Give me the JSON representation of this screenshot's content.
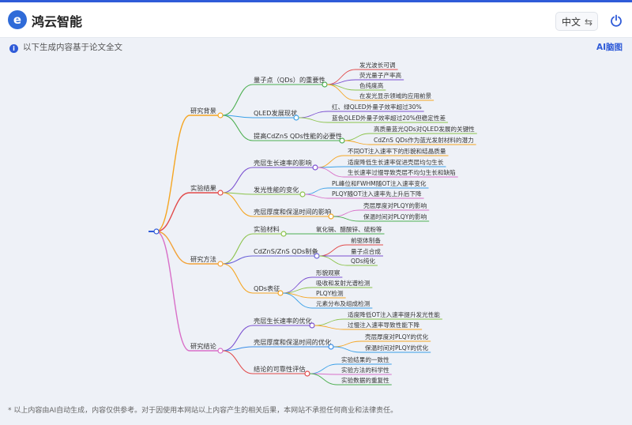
{
  "header": {
    "app_title": "鸿云智能",
    "lang_label": "中文",
    "swap_icon": "⇆"
  },
  "notice": {
    "text": "以下生成内容基于论文全文",
    "mindmap_link": "AI脑图"
  },
  "footer": {
    "text": "* 以上内容由AI自动生成，内容仅供参考。对于因使用本网站以上内容产生的相关后果，本网站不承担任何商业和法律责任。"
  },
  "mindmap": {
    "colors": {
      "research_background": "#f5a623",
      "experimental_results": "#e24a4a",
      "research_methods": "#f2a33a",
      "research_conclusion": "#d86fc8"
    },
    "categories": [
      {
        "label": "研究背景",
        "topics": [
          {
            "label": "量子点（QDs）的重要性",
            "items": [
              "发光波长可调",
              "荧光量子产率高",
              "色纯度高",
              "在发光显示领域的应用前景"
            ]
          },
          {
            "label": "QLED发展现状",
            "items": [
              "红、绿QLED外量子效率超过30%",
              "蓝色QLED外量子效率超过20%但稳定性差"
            ]
          },
          {
            "label": "提高CdZnS QDs性能的必要性",
            "items": [
              "高质量蓝光QDs对QLED发展的关键性",
              "CdZnS QDs作为蓝光发射材料的潜力"
            ]
          }
        ]
      },
      {
        "label": "实验结果",
        "topics": [
          {
            "label": "壳层生长速率的影响",
            "items": [
              "不同OT注入速率下的形貌和结晶质量",
              "适度降低生长速率促进壳层均匀生长",
              "生长速率过慢导致壳层不均匀生长和缺陷"
            ]
          },
          {
            "label": "发光性能的变化",
            "items": [
              "PL峰位和FWHM随OT注入速率变化",
              "PLQY随OT注入速率先上升后下降"
            ]
          },
          {
            "label": "壳层厚度和保温时间的影响",
            "items": [
              "壳层厚度对PLQY的影响",
              "保温时间对PLQY的影响"
            ]
          }
        ]
      },
      {
        "label": "研究方法",
        "topics": [
          {
            "label": "实验材料",
            "items": [
              "氧化镉、醋酸锌、硫粉等"
            ]
          },
          {
            "label": "CdZnS/ZnS QDs制备",
            "items": [
              "前驱体制备",
              "量子点合成",
              "QDs纯化"
            ]
          },
          {
            "label": "QDs表征",
            "items": [
              "形貌观察",
              "吸收和发射光谱检测",
              "PLQY检测",
              "元素分布及组成检测"
            ]
          }
        ]
      },
      {
        "label": "研究结论",
        "topics": [
          {
            "label": "壳层生长速率的优化",
            "items": [
              "适度降低OT注入速率提升发光性能",
              "过慢注入速率导致性能下降"
            ]
          },
          {
            "label": "壳层厚度和保温时间的优化",
            "items": [
              "壳层厚度对PLQY的优化",
              "保温时间对PLQY的优化"
            ]
          },
          {
            "label": "结论的可靠性评估",
            "items": [
              "实验结果的一致性",
              "实验方法的科学性",
              "实验数据的重复性"
            ]
          }
        ]
      }
    ]
  }
}
